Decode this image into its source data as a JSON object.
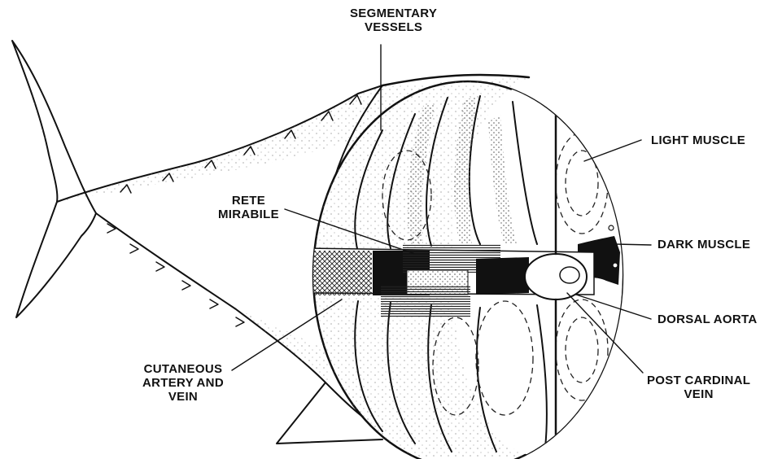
{
  "labels": {
    "segmentary_vessels": [
      "SEGMENTARY",
      "VESSELS"
    ],
    "light_muscle": "LIGHT MUSCLE",
    "rete_mirabile": [
      "RETE",
      "MIRABILE"
    ],
    "dark_muscle": "DARK MUSCLE",
    "dorsal_aorta": "DORSAL AORTA",
    "cutaneous_artery_vein": [
      "CUTANEOUS",
      "ARTERY AND",
      "VEIN"
    ],
    "post_cardinal_vein": [
      "POST CARDINAL",
      "VEIN"
    ]
  },
  "colors": {
    "ink": "#111111",
    "background": "#ffffff",
    "stipple": "#555555"
  }
}
